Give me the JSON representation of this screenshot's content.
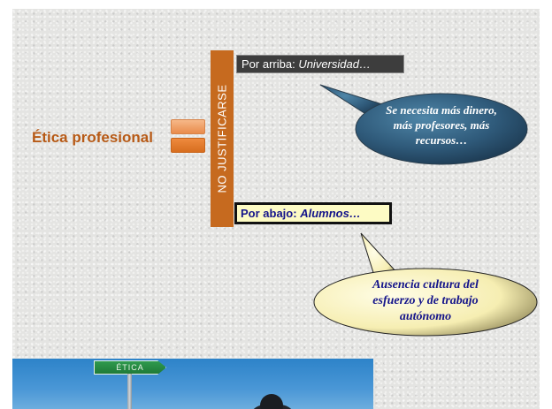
{
  "slide": {
    "title": "Ética profesional",
    "vertical_label": "NO JUSTIFICARSE",
    "top_box": {
      "lead": "Por arriba: ",
      "emph": "Universidad…"
    },
    "bottom_box": {
      "lead": "Por abajo: ",
      "emph": "Alumnos…"
    },
    "callout_top": {
      "lines": [
        "Se necesita más dinero,",
        "más profesores, más",
        "recursos…"
      ]
    },
    "callout_bottom": {
      "lines": [
        "Ausencia cultura del",
        "esfuerzo y de trabajo",
        "autónomo"
      ]
    },
    "photo": {
      "sign_text": "ÉTICA"
    }
  },
  "colors": {
    "title": "#b75a16",
    "vertical_box": "#c66a1f",
    "top_callout_fill": "#2f5a7a",
    "bottom_callout_fill": "#fdf6c0",
    "bottom_box_fill": "#fdfbc4"
  }
}
